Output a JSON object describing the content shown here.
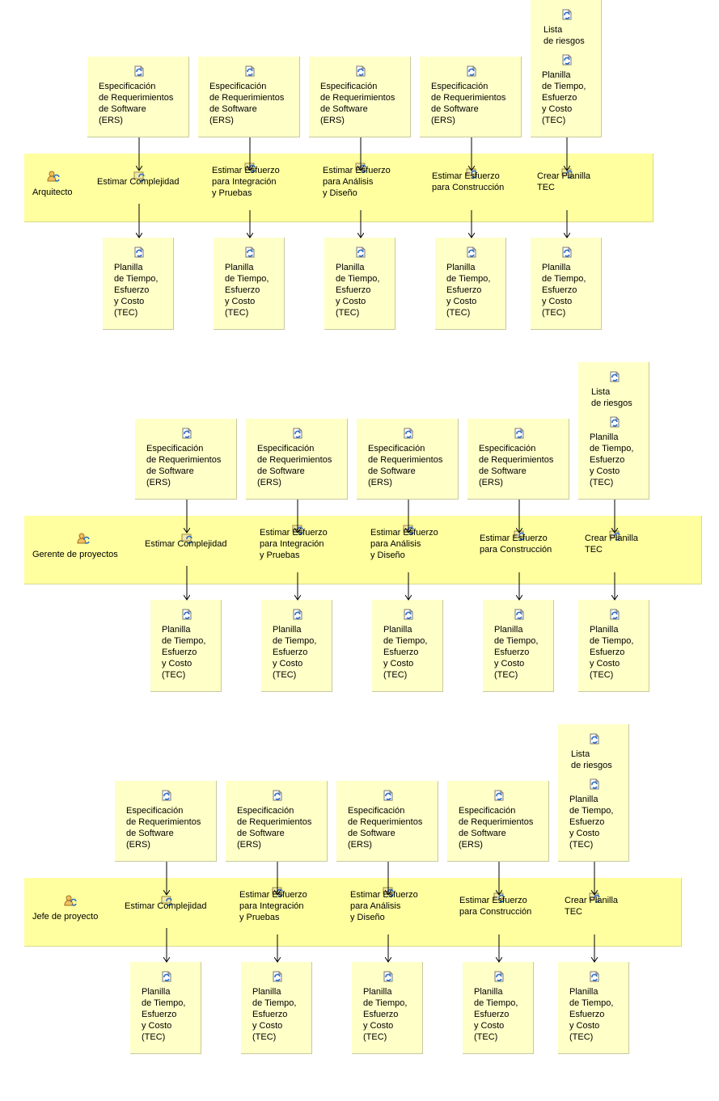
{
  "sections": [
    {
      "role": "Arquitecto",
      "tasks": [
        {
          "label": "Estimar Complejidad",
          "input": "Especificación\nde Requerimientos\nde Software\n(ERS)",
          "output": "Planilla\nde Tiempo,\nEsfuerzo\ny Costo\n(TEC)"
        },
        {
          "label": "Estimar Esfuerzo\npara Integración\ny Pruebas",
          "input": "Especificación\nde Requerimientos\nde Software\n(ERS)",
          "output": "Planilla\nde Tiempo,\nEsfuerzo\ny Costo\n(TEC)"
        },
        {
          "label": "Estimar Esfuerzo\npara Análisis\ny Diseño",
          "input": "Especificación\nde Requerimientos\nde Software\n(ERS)",
          "output": "Planilla\nde Tiempo,\nEsfuerzo\ny Costo\n(TEC)"
        },
        {
          "label": "Estimar Esfuerzo\npara Construcción",
          "input": "Especificación\nde Requerimientos\nde Software\n(ERS)",
          "output": "Planilla\nde Tiempo,\nEsfuerzo\ny Costo\n(TEC)"
        },
        {
          "label": "Crear Planilla\nTEC",
          "input_a": "Lista\nde riesgos",
          "input": "Planilla\nde Tiempo,\nEsfuerzo\ny Costo\n(TEC)",
          "output": "Planilla\nde Tiempo,\nEsfuerzo\ny Costo\n(TEC)"
        }
      ]
    },
    {
      "role": "Gerente de proyectos",
      "tasks": [
        {
          "label": "Estimar Complejidad",
          "input": "Especificación\nde Requerimientos\nde Software\n(ERS)",
          "output": "Planilla\nde Tiempo,\nEsfuerzo\ny Costo\n(TEC)"
        },
        {
          "label": "Estimar Esfuerzo\npara Integración\ny Pruebas",
          "input": "Especificación\nde Requerimientos\nde Software\n(ERS)",
          "output": "Planilla\nde Tiempo,\nEsfuerzo\ny Costo\n(TEC)"
        },
        {
          "label": "Estimar Esfuerzo\npara Análisis\ny Diseño",
          "input": "Especificación\nde Requerimientos\nde Software\n(ERS)",
          "output": "Planilla\nde Tiempo,\nEsfuerzo\ny Costo\n(TEC)"
        },
        {
          "label": "Estimar Esfuerzo\npara Construcción",
          "input": "Especificación\nde Requerimientos\nde Software\n(ERS)",
          "output": "Planilla\nde Tiempo,\nEsfuerzo\ny Costo\n(TEC)"
        },
        {
          "label": "Crear Planilla\nTEC",
          "input_a": "Lista\nde riesgos",
          "input": "Planilla\nde Tiempo,\nEsfuerzo\ny Costo\n(TEC)",
          "output": "Planilla\nde Tiempo,\nEsfuerzo\ny Costo\n(TEC)"
        }
      ]
    },
    {
      "role": "Jefe de proyecto",
      "tasks": [
        {
          "label": "Estimar Complejidad",
          "input": "Especificación\nde Requerimientos\nde Software\n(ERS)",
          "output": "Planilla\nde Tiempo,\nEsfuerzo\ny Costo\n(TEC)"
        },
        {
          "label": "Estimar Esfuerzo\npara Integración\ny Pruebas",
          "input": "Especificación\nde Requerimientos\nde Software\n(ERS)",
          "output": "Planilla\nde Tiempo,\nEsfuerzo\ny Costo\n(TEC)"
        },
        {
          "label": "Estimar Esfuerzo\npara Análisis\ny Diseño",
          "input": "Especificación\nde Requerimientos\nde Software\n(ERS)",
          "output": "Planilla\nde Tiempo,\nEsfuerzo\ny Costo\n(TEC)"
        },
        {
          "label": "Estimar Esfuerzo\npara Construcción",
          "input": "Especificación\nde Requerimientos\nde Software\n(ERS)",
          "output": "Planilla\nde Tiempo,\nEsfuerzo\ny Costo\n(TEC)"
        },
        {
          "label": "Crear Planilla\nTEC",
          "input_a": "Lista\nde riesgos",
          "input": "Planilla\nde Tiempo,\nEsfuerzo\ny Costo\n(TEC)",
          "output": "Planilla\nde Tiempo,\nEsfuerzo\ny Costo\n(TEC)"
        }
      ]
    }
  ],
  "colors": {
    "lane": "#ffffa0",
    "artifact": "#ffffc8",
    "arrow": "#000000",
    "icon_blue": "#2a6cc8"
  },
  "icons": {
    "role": "role-icon",
    "task": "task-icon",
    "artifact": "artifact-icon"
  }
}
